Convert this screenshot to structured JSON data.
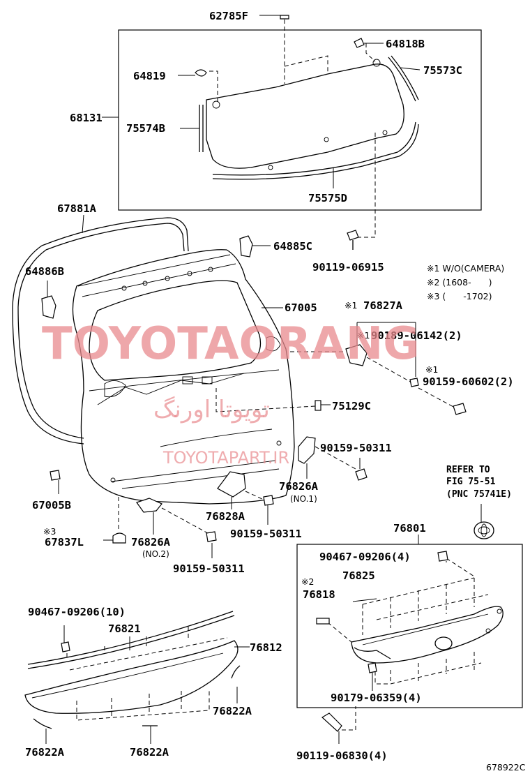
{
  "diagram": {
    "labels": [
      {
        "id": "p62785F",
        "text": "62785F"
      },
      {
        "id": "p64818B",
        "text": "64818B"
      },
      {
        "id": "p64819",
        "text": "64819"
      },
      {
        "id": "p75573C",
        "text": "75573C"
      },
      {
        "id": "p68131",
        "text": "68131"
      },
      {
        "id": "p75574B",
        "text": "75574B"
      },
      {
        "id": "p75575D",
        "text": "75575D"
      },
      {
        "id": "p67881A",
        "text": "67881A"
      },
      {
        "id": "p64885C",
        "text": "64885C"
      },
      {
        "id": "p90119_06915",
        "text": "90119-06915"
      },
      {
        "id": "p64886B",
        "text": "64886B"
      },
      {
        "id": "p67005",
        "text": "67005"
      },
      {
        "id": "p76827A",
        "text": "76827A"
      },
      {
        "id": "p90189_06142",
        "text": "90189-06142(2)"
      },
      {
        "id": "p90159_60602",
        "text": "90159-60602(2)"
      },
      {
        "id": "p75129C",
        "text": "75129C"
      },
      {
        "id": "p90159_50311_a",
        "text": "90159-50311"
      },
      {
        "id": "p67005B",
        "text": "67005B"
      },
      {
        "id": "p76826A_1",
        "text": "76826A"
      },
      {
        "id": "p76828A",
        "text": "76828A"
      },
      {
        "id": "p90159_50311_b",
        "text": "90159-50311"
      },
      {
        "id": "p67837L",
        "text": "67837L"
      },
      {
        "id": "p76826A_2",
        "text": "76826A"
      },
      {
        "id": "p90159_50311_c",
        "text": "90159-50311"
      },
      {
        "id": "p76801",
        "text": "76801"
      },
      {
        "id": "p90467_09206_4",
        "text": "90467-09206(4)"
      },
      {
        "id": "p76825",
        "text": "76825"
      },
      {
        "id": "p76818",
        "text": "76818"
      },
      {
        "id": "p90179_06359",
        "text": "90179-06359(4)"
      },
      {
        "id": "p90119_06830",
        "text": "90119-06830(4)"
      },
      {
        "id": "p90467_09206_10",
        "text": "90467-09206(10)"
      },
      {
        "id": "p76821",
        "text": "76821"
      },
      {
        "id": "p76812",
        "text": "76812"
      },
      {
        "id": "p76822A_r",
        "text": "76822A"
      },
      {
        "id": "p76822A_l",
        "text": "76822A"
      },
      {
        "id": "p76822A_m",
        "text": "76822A"
      }
    ],
    "sublabels": {
      "no1": "(NO.1)",
      "no2": "(NO.2)"
    },
    "marks": {
      "m1": "※1",
      "m2": "※2",
      "m3": "※3"
    },
    "notes": {
      "n1": "※1 W/O(CAMERA)",
      "n2": "※2 (1608-　　)",
      "n3": "※3 (　　-1702)"
    },
    "refer": {
      "line1": "REFER TO",
      "line2": "FIG 75-51",
      "line3": "(PNC 75741E)"
    },
    "figure_code": "678922C"
  },
  "watermark": {
    "brand": "TOYOTAORANG",
    "persian": "تویوتا اورنگ",
    "url": "TOYOTAPART.IR",
    "color": "#e8898d"
  }
}
